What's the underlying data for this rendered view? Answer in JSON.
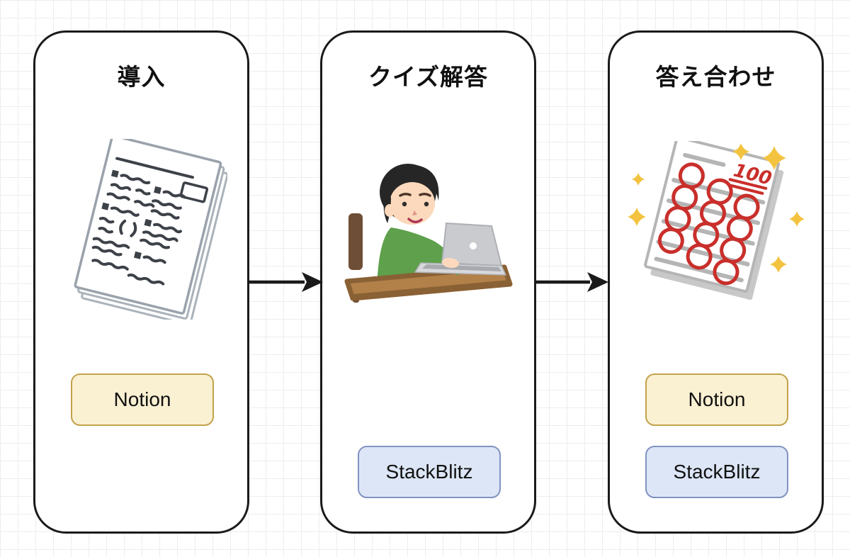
{
  "diagram": {
    "panels": [
      {
        "title": "導入",
        "illustration": "test-paper",
        "badges": [
          {
            "label": "Notion",
            "type": "notion"
          }
        ]
      },
      {
        "title": "クイズ解答",
        "illustration": "person-at-laptop",
        "badges": [
          {
            "label": "StackBlitz",
            "type": "stackblitz"
          }
        ]
      },
      {
        "title": "答え合わせ",
        "illustration": "graded-test-100",
        "badges": [
          {
            "label": "Notion",
            "type": "notion"
          },
          {
            "label": "StackBlitz",
            "type": "stackblitz"
          }
        ]
      }
    ],
    "arrows": [
      {
        "from": "導入",
        "to": "クイズ解答"
      },
      {
        "from": "クイズ解答",
        "to": "答え合わせ"
      }
    ]
  },
  "illustrations": {
    "graded_test": {
      "score": "100"
    }
  },
  "theme": {
    "background": "#ffffff",
    "grid_line": "#ededed",
    "panel_border": "#1a1a1a",
    "panel_fill": "#ffffff",
    "arrow_color": "#1a1a1a",
    "title_color": "#111111",
    "badge_text": "#111111",
    "notion_fill": "#faf0d2",
    "notion_border": "#c2a24b",
    "stackblitz_fill": "#dde6f6",
    "stackblitz_border": "#8093c2",
    "illustration_gray": "#b5b5b5",
    "illustration_ink": "#3d4148",
    "red_mark": "#c92f2b",
    "sparkle_yellow": "#f3c340",
    "sweater_green": "#5ea04b",
    "desk_brown": "#b28049",
    "skin": "#fcd9bc",
    "hair_black": "#262626"
  }
}
